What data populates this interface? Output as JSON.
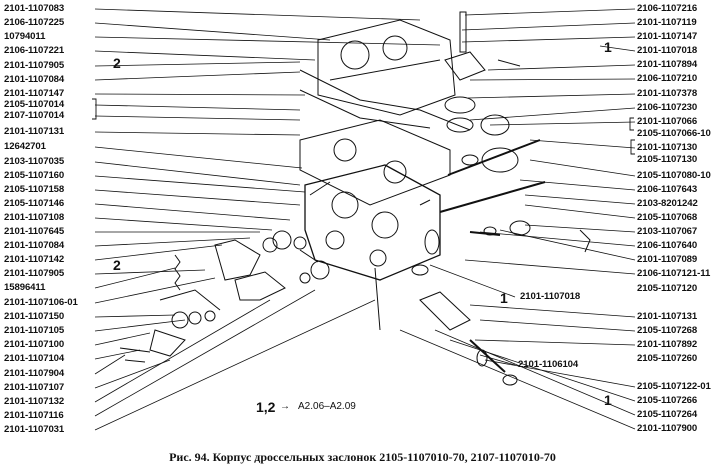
{
  "caption": "Рис. 94. Корпус дроссельных заслонок 2105-1107010-70, 2107-1107010-70",
  "left_labels": [
    "2101-1107083",
    "2106-1107225",
    "10794011",
    "2106-1107221",
    "2101-1107905",
    "2101-1107084",
    "2101-1107147",
    "2105-1107014",
    "2107-1107014",
    "2101-1107131",
    "12642701",
    "2103-1107035",
    "2105-1107160",
    "2105-1107158",
    "2105-1107146",
    "2101-1107108",
    "2101-1107645",
    "2101-1107084",
    "2101-1107142",
    "2101-1107905",
    "15896411",
    "2101-1107106-01",
    "2101-1107150",
    "2101-1107105",
    "2101-1107100",
    "2101-1107104",
    "2101-1107904",
    "2101-1107107",
    "2101-1107132",
    "2101-1107116",
    "2101-1107031"
  ],
  "right_labels": [
    "2106-1107216",
    "2101-1107119",
    "2101-1107147",
    "2101-1107018",
    "2101-1107894",
    "2106-1107210",
    "2101-1107378",
    "2106-1107230",
    "2101-1107066",
    "2105-1107066-10",
    "2101-1107130",
    "2105-1107130",
    "2105-1107080-10",
    "2106-1107643",
    "2103-8201242",
    "2105-1107068",
    "2103-1107067",
    "2106-1107640",
    "2101-1107089",
    "2106-1107121-11",
    "2105-1107120",
    "2101-1107131",
    "2105-1107268",
    "2101-1107892",
    "2105-1107260",
    "2105-1107122-01",
    "2105-1107266",
    "2105-1107264",
    "2101-1107900"
  ],
  "inner_labels": {
    "mid_1107018": "2101-1107018",
    "mid_1106104": "2101-1106104"
  },
  "group_marks": {
    "left_905_top": "2",
    "left_905_bottom": "2",
    "right_1107018": "1",
    "mid_1107018": "1",
    "right_1107266": "1"
  },
  "reference": {
    "marks": "1,2",
    "arrow": "→",
    "text": "А2.06–А2.09"
  }
}
